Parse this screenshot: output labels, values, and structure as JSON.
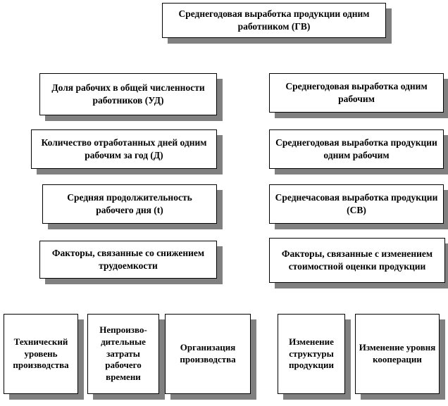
{
  "diagram": {
    "title_box": "Среднегодовая выработка продукции одним работником (ГВ)",
    "left_column": [
      "Доля рабочих в общей численности работников (УД)",
      "Количество отработанных дней одним рабочим за год (Д)",
      "Средняя продолжительность рабочего дня (t)",
      "Факторы, связанные со снижением трудоемкости"
    ],
    "right_column": [
      "Среднегодовая выработка одним рабочим",
      "Среднегодовая выработка продукции одним рабочим",
      "Среднечасовая выработка продукции (СВ)",
      "Факторы, связанные с изменением стоимостной оценки продукции"
    ],
    "bottom_row": [
      "Технический уровень производства",
      "Непроизво-дительные затраты рабочего времени",
      "Организация производства",
      "Изменение структуры продукции",
      "Изменение уровня кооперации"
    ],
    "colors": {
      "page_bg": "#ffffff",
      "box_bg": "#ffffff",
      "box_border": "#000000",
      "shadow": "#808080"
    }
  }
}
